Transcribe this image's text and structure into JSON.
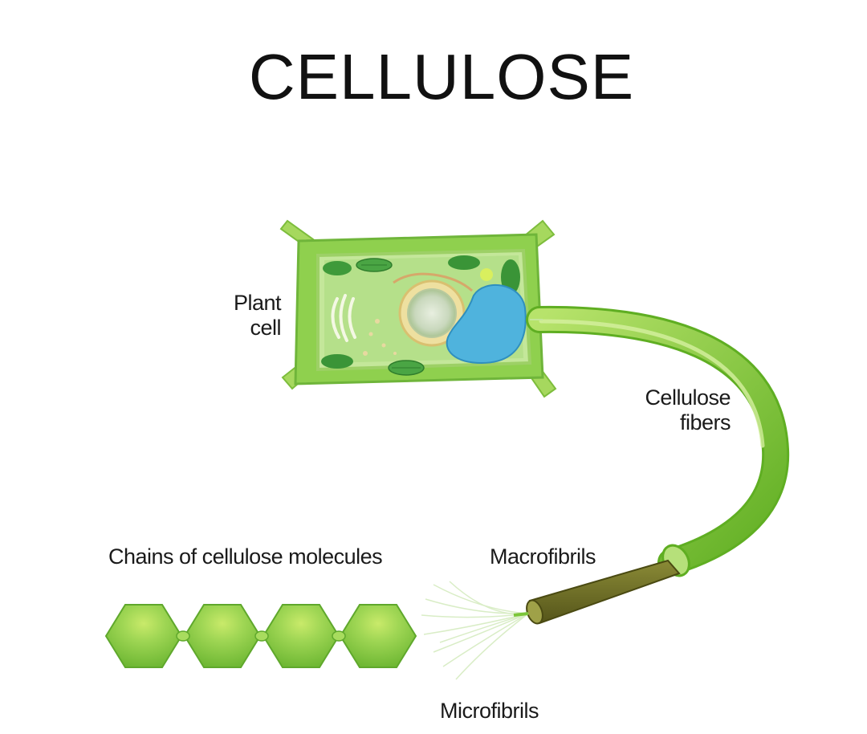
{
  "title": "CELLULOSE",
  "labels": {
    "plant_cell": [
      "Plant",
      "cell"
    ],
    "cellulose_fibers": [
      "Cellulose",
      "fibers"
    ],
    "chains": "Chains of cellulose molecules",
    "macrofibrils": "Macrofibrils",
    "microfibrils": "Microfibrils"
  },
  "colors": {
    "cell_wall": "#8fd04e",
    "cytoplasm": "#b9e48c",
    "vacuole": "#4fb3dd",
    "fiber": "#7cc63a",
    "macrofibril": "#7a7a2a",
    "glucose": "#8cce4a"
  }
}
